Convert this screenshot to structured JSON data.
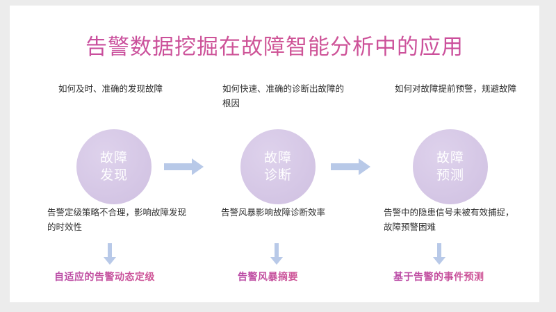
{
  "slide": {
    "title": "告警数据挖掘在故障智能分析中的应用",
    "title_color": "#c94c9e",
    "background_color": "#ffffff",
    "page_background_color": "#ececec",
    "circle_color": "#d6c8e6",
    "arrow_color": "#b8c9e8",
    "body_text_color": "#2f2f2f",
    "result_text_color": "#c44c9c"
  },
  "columns": [
    {
      "question": "如何及时、准确的发现故障",
      "circle_line1": "故障",
      "circle_line2": "发现",
      "problem": "告警定级策略不合理，影响故障发现的时效性",
      "result": "自适应的告警动态定级"
    },
    {
      "question": "如何快速、准确的诊断出故障的根因",
      "circle_line1": "故障",
      "circle_line2": "诊断",
      "problem": "告警风暴影响故障诊断效率",
      "result": "告警风暴摘要"
    },
    {
      "question": "如何对故障提前预警，规避故障",
      "circle_line1": "故障",
      "circle_line2": "预测",
      "problem": "告警中的隐患信号未被有效捕捉，故障预警困难",
      "result": "基于告警的事件预测"
    }
  ],
  "connectors": {
    "right_arrow_icon": "arrow-right-icon",
    "down_arrow_icon": "arrow-down-icon"
  }
}
